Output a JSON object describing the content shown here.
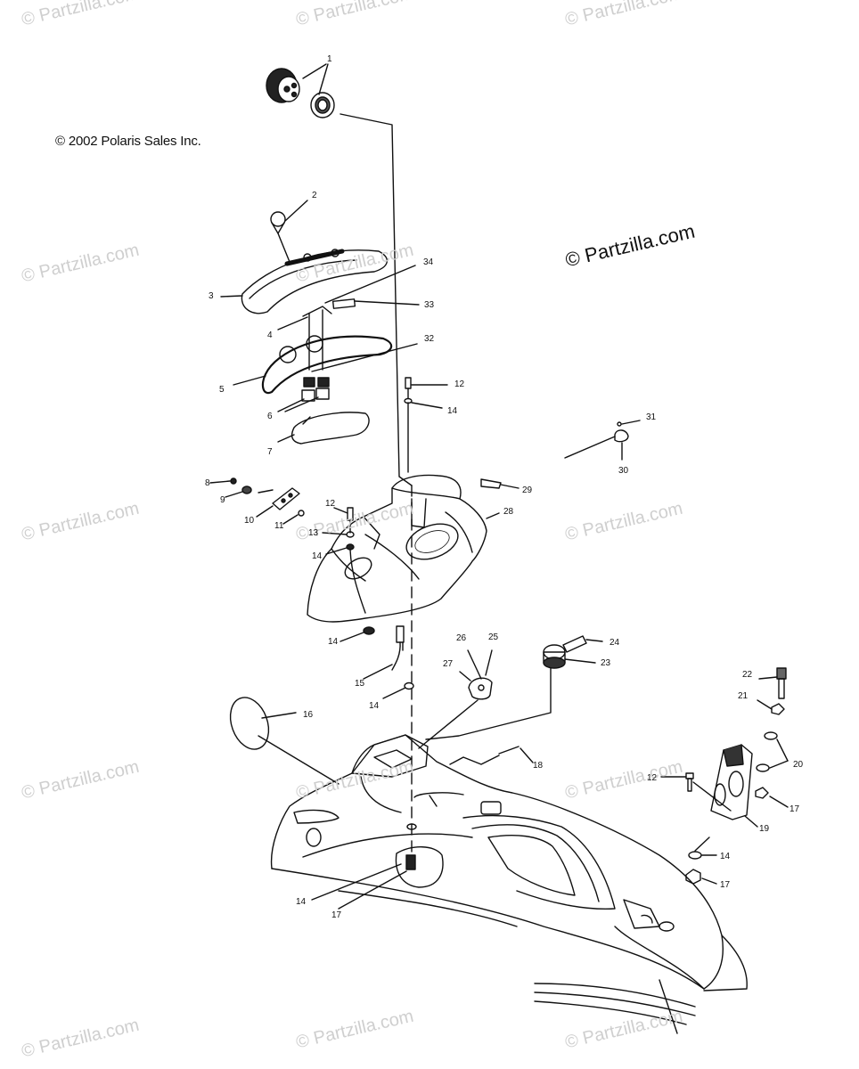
{
  "copyright": "© 2002 Polaris Sales Inc.",
  "watermark": "© Partzilla.com",
  "callouts": [
    "1",
    "2",
    "3",
    "34",
    "33",
    "4",
    "32",
    "5",
    "12",
    "14",
    "6",
    "7",
    "31",
    "30",
    "29",
    "8",
    "9",
    "28",
    "10",
    "12",
    "11",
    "13",
    "14",
    "14",
    "26",
    "25",
    "24",
    "27",
    "23",
    "15",
    "22",
    "14",
    "21",
    "16",
    "20",
    "18",
    "12",
    "17",
    "19",
    "14",
    "17",
    "14",
    "17"
  ]
}
